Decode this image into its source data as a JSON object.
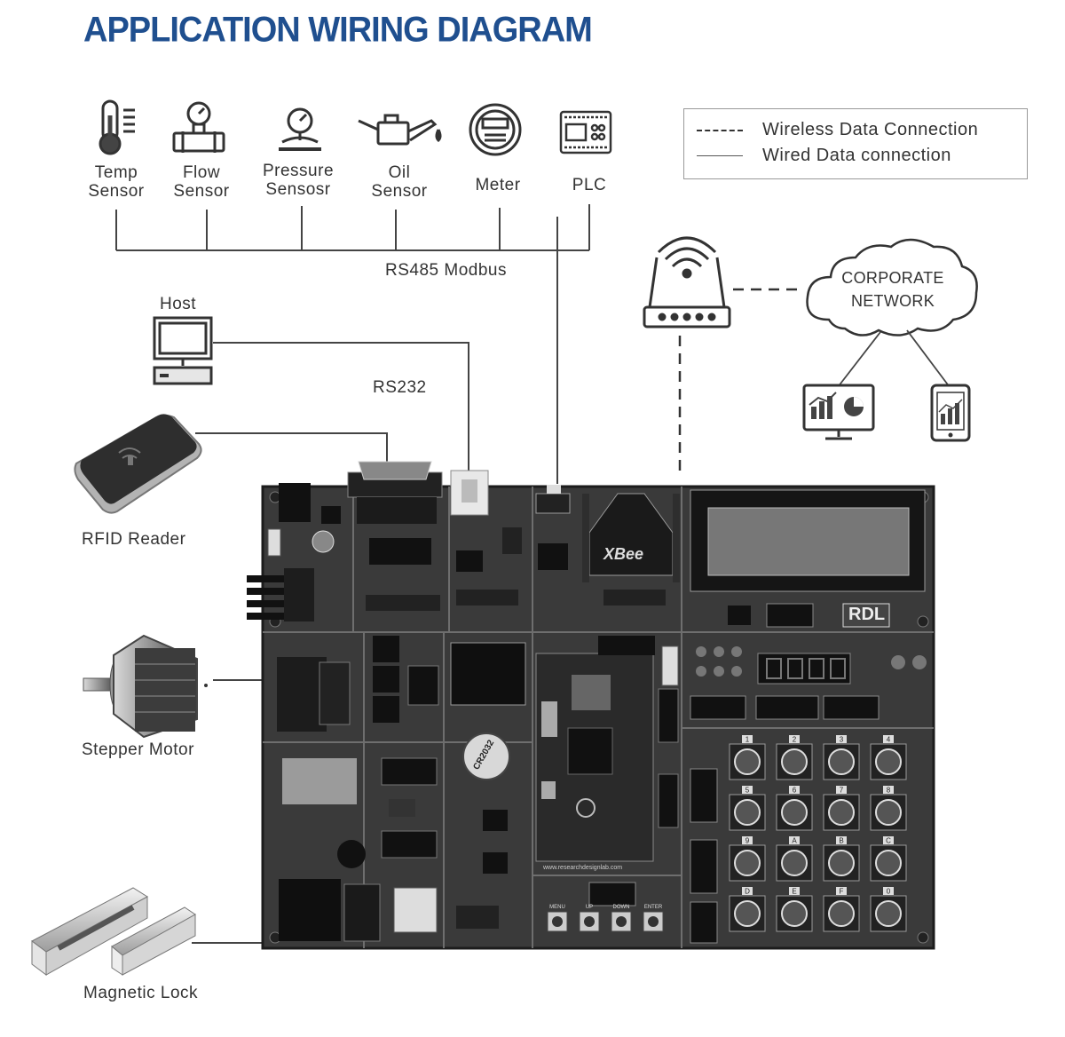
{
  "title": "APPLICATION WIRING DIAGRAM",
  "legend": {
    "wireless": "Wireless Data Connection",
    "wired": "Wired Data connection"
  },
  "sensors": [
    {
      "line1": "Temp",
      "line2": "Sensor",
      "icon": "thermometer-icon"
    },
    {
      "line1": "Flow",
      "line2": "Sensor",
      "icon": "flow-meter-icon"
    },
    {
      "line1": "Pressure",
      "line2": "Sensosr",
      "icon": "pressure-gauge-icon"
    },
    {
      "line1": "Oil",
      "line2": "Sensor",
      "icon": "oil-can-icon"
    },
    {
      "line1": "Meter",
      "line2": "",
      "icon": "energy-meter-icon"
    },
    {
      "line1": "PLC",
      "line2": "",
      "icon": "plc-icon"
    }
  ],
  "bus_label": "RS485 Modbus",
  "host_label": "Host",
  "rs232_label": "RS232",
  "rfid_label": "RFID Reader",
  "stepper_label": "Stepper Motor",
  "lock_label": "Magnetic Lock",
  "cloud": {
    "line1": "CORPORATE",
    "line2": "NETWORK"
  },
  "board": {
    "xbee": "XBee",
    "brand": "RDL",
    "battery": "CR2032",
    "pi_url": "www.researchdesignlab.com",
    "buttons": [
      "MENU",
      "UP",
      "DOWN",
      "ENTER"
    ],
    "keypad": [
      "1",
      "2",
      "3",
      "4",
      "5",
      "6",
      "7",
      "8",
      "9",
      "A",
      "B",
      "C",
      "D",
      "E",
      "F",
      "0"
    ]
  },
  "colors": {
    "title": "#1f4f8f",
    "board": "#3a3a3a",
    "pcb": "#4a4a4a"
  }
}
